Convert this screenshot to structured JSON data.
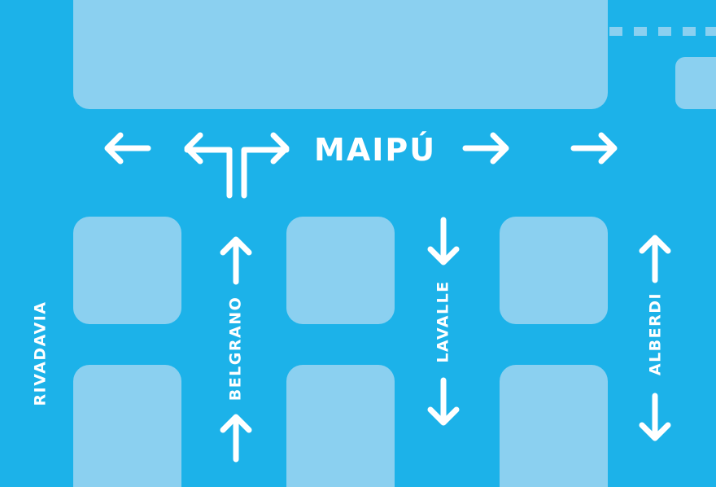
{
  "map": {
    "colors": {
      "background": "#1cb2e9",
      "block": "#8bd0f0",
      "marking": "#ffffff"
    },
    "streets": {
      "horizontal": [
        {
          "name": "MAIPÚ"
        }
      ],
      "vertical": [
        {
          "name": "RIVADAVIA"
        },
        {
          "name": "BELGRANO"
        },
        {
          "name": "LAVALLE"
        },
        {
          "name": "ALBERDI"
        }
      ]
    },
    "arrow_icons": [
      "arrow-left-icon",
      "turn-left-arrow-icon",
      "turn-right-arrow-icon",
      "arrow-right-icon",
      "arrow-up-icon",
      "arrow-down-icon"
    ]
  }
}
